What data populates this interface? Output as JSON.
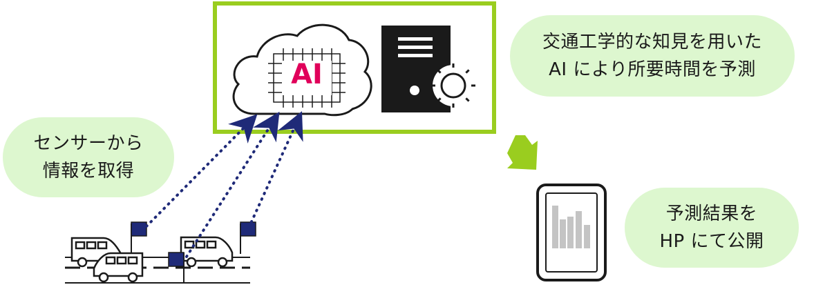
{
  "ai_label": "AI",
  "bubbles": {
    "sensor": {
      "line1": "センサーから",
      "line2": "情報を取得"
    },
    "ai_prediction": {
      "line1": "交通工学的な知見を用いた",
      "line2": "AI により所要時間を予測"
    },
    "result": {
      "line1": "予測結果を",
      "line2": "HP にて公開"
    }
  },
  "colors": {
    "frame_green": "#9acd1f",
    "bubble_green": "#ddf7cf",
    "arrow_navy": "#1f2a78",
    "ai_magenta": "#e0005a",
    "server_black": "#1a1a1a"
  },
  "icons": [
    "cloud-icon",
    "chip-icon",
    "server-icon",
    "sun-icon",
    "tablet-icon",
    "bar-chart-icon",
    "van-icon",
    "flag-icon",
    "arrow-icon"
  ]
}
